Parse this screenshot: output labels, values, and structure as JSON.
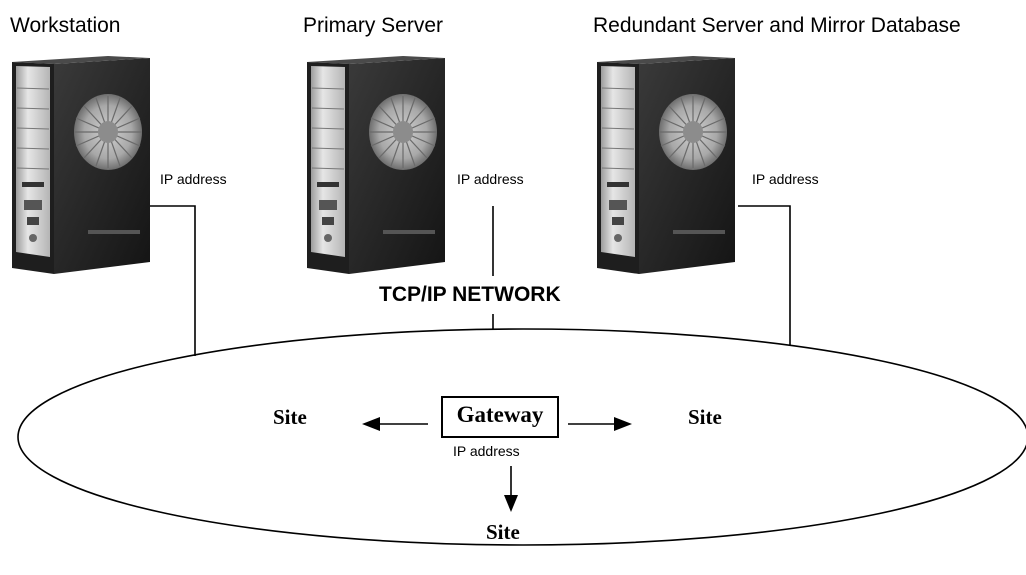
{
  "nodes": {
    "workstation": {
      "title": "Workstation",
      "ip_label": "IP address",
      "icon": "tower-pc-icon"
    },
    "primary": {
      "title": "Primary Server",
      "ip_label": "IP address",
      "icon": "tower-pc-icon"
    },
    "redundant": {
      "title": "Redundant Server and Mirror Database",
      "ip_label": "IP address",
      "icon": "tower-pc-icon"
    }
  },
  "network": {
    "label": "TCP/IP NETWORK"
  },
  "gateway": {
    "label": "Gateway",
    "ip_label": "IP address"
  },
  "sites": {
    "left": "Site",
    "right": "Site",
    "bottom": "Site"
  },
  "colors": {
    "case_dark": "#2b2b2b",
    "case_silver": "#c8c8c8",
    "fan": "#9a9a9a",
    "line": "#000000"
  }
}
